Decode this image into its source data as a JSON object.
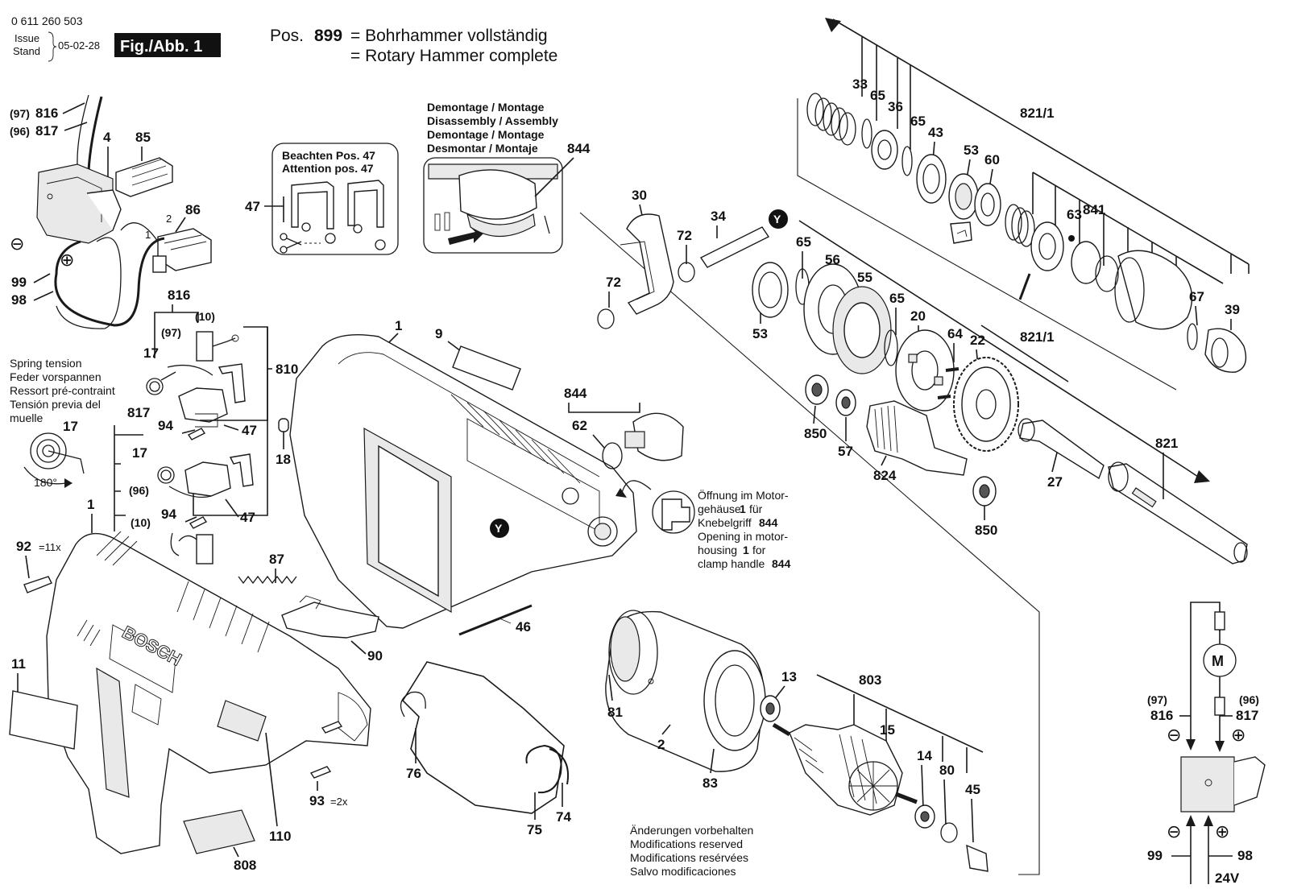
{
  "header": {
    "doc_number": "0 611 260 503",
    "issue_label_1": "Issue",
    "issue_label_2": "Stand",
    "issue_date": "05-02-28",
    "fig_label": "Fig./Abb. 1",
    "pos_label": "Pos.",
    "pos_number": "899",
    "description_de": "= Bohrhammer vollständig",
    "description_en": "= Rotary Hammer complete"
  },
  "notes": {
    "attention_de": "Beachten Pos. 47",
    "attention_en": "Attention pos. 47",
    "assembly_de": "Demontage / Montage",
    "assembly_en": "Disassembly / Assembly",
    "assembly_fr": "Demontage / Montage",
    "assembly_es": "Desmontar / Montaje",
    "spring_en": "Spring tension",
    "spring_de": "Feder vorspannen",
    "spring_fr": "Ressort pré-contraint",
    "spring_es_1": "Tensión previa del",
    "spring_es_2": "muelle",
    "spring_angle": "180°",
    "opening_1": "Öffnung im Motor-",
    "opening_2": "gehäuse",
    "opening_3": "für",
    "opening_4": "Knebelgriff",
    "opening_5": "Opening in motor-",
    "opening_6": "housing",
    "opening_7": "for",
    "opening_8": "clamp handle",
    "opening_ref_housing": "1",
    "opening_ref_handle": "844",
    "changes_de": "Änderungen vorbehalten",
    "changes_en": "Modifications reserved",
    "changes_fr": "Modifications resérvées",
    "changes_es": "Salvo modificaciones",
    "brand": "BOSCH",
    "y_marker": "Y"
  },
  "qty": {
    "q92": "=11x",
    "q93": "=2x"
  },
  "wiring": {
    "ref97": "(97)",
    "ref96": "(96)",
    "ref10": "(10)",
    "minus": "⊖",
    "plus": "⊕",
    "motor": "M",
    "voltage": "24V"
  },
  "parts": {
    "p1": "1",
    "p2": "2",
    "p4": "4",
    "p9": "9",
    "p11": "11",
    "p13": "13",
    "p14": "14",
    "p15": "15",
    "p17": "17",
    "p18": "18",
    "p20": "20",
    "p22": "22",
    "p27": "27",
    "p30": "30",
    "p33": "33",
    "p34": "34",
    "p36": "36",
    "p39": "39",
    "p43": "43",
    "p45": "45",
    "p46": "46",
    "p47": "47",
    "p53": "53",
    "p55": "55",
    "p56": "56",
    "p57": "57",
    "p60": "60",
    "p62": "62",
    "p63": "63",
    "p64": "64",
    "p65": "65",
    "p67": "67",
    "p72": "72",
    "p74": "74",
    "p75": "75",
    "p76": "76",
    "p80": "80",
    "p81": "81",
    "p83": "83",
    "p85": "85",
    "p86": "86",
    "p87": "87",
    "p90": "90",
    "p92": "92",
    "p93": "93",
    "p94": "94",
    "p98": "98",
    "p99": "99",
    "p110": "110",
    "p803": "803",
    "p808": "808",
    "p810": "810",
    "p816": "816",
    "p817": "817",
    "p821": "821",
    "p821_1": "821/1",
    "p824": "824",
    "p841": "841",
    "p844": "844",
    "p850": "850",
    "p2small": "2"
  },
  "colors": {
    "ink": "#1a1a1a",
    "paper": "#ffffff",
    "label_bg": "#111111"
  }
}
